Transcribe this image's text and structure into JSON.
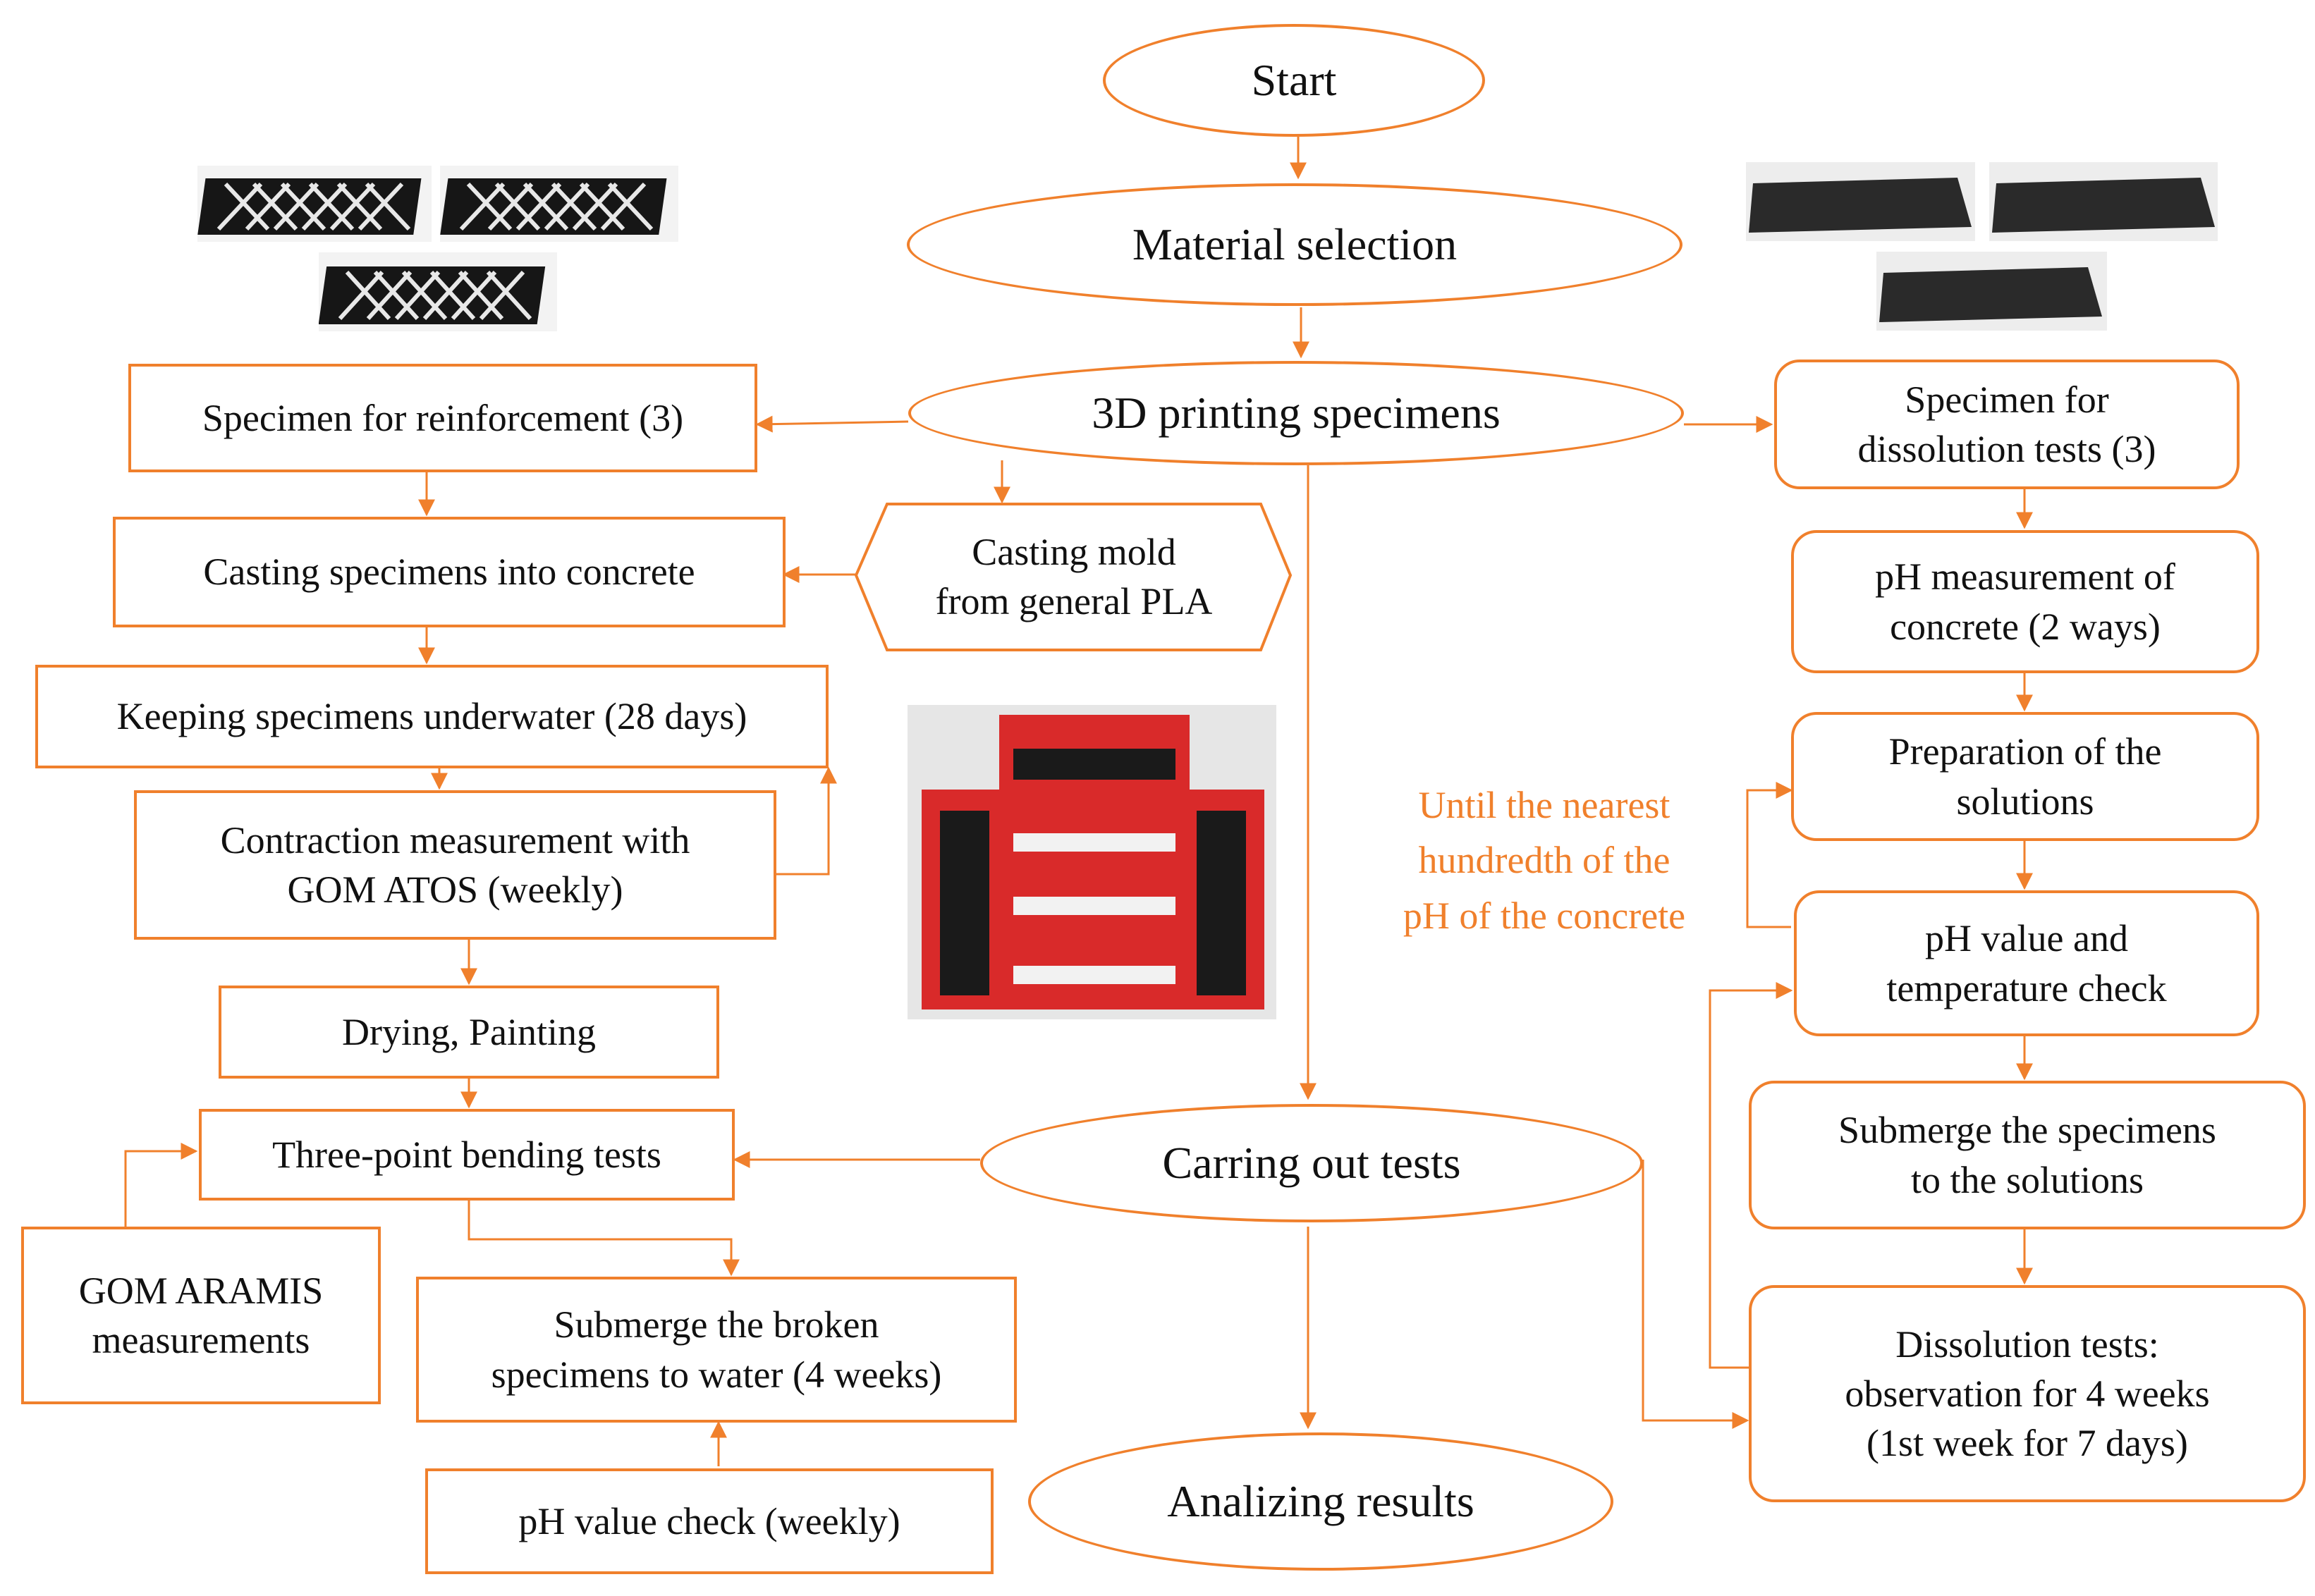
{
  "diagram": {
    "nodes": {
      "start": "Start",
      "material": "Material selection",
      "printing": "3D printing specimens",
      "reinforce": "Specimen for reinforcement (3)",
      "casting": "Casting specimens into concrete",
      "mold": "Casting mold\nfrom general PLA",
      "underwater": "Keeping specimens underwater (28 days)",
      "contraction": "Contraction measurement with\nGOM ATOS (weekly)",
      "drying": "Drying, Painting",
      "bending": "Three-point bending tests",
      "aramis": "GOM ARAMIS\nmeasurements",
      "submerge_broken": "Submerge the broken\nspecimens to water (4 weeks)",
      "ph_weekly": "pH value check (weekly)",
      "tests": "Carring out tests",
      "analyze": "Analizing results",
      "dissolution_specimen": "Specimen for\ndissolution tests (3)",
      "ph_concrete": "pH measurement of\nconcrete (2 ways)",
      "prep": "Preparation of the\nsolutions",
      "ph_temp": "pH value and\ntemperature check",
      "submerge_solutions": "Submerge the specimens\nto the solutions",
      "dissolution_tests": "Dissolution tests:\nobservation for 4 weeks\n(1st week for 7 days)"
    },
    "note": "Until the nearest\nhundredth of the\npH of the concrete",
    "colors": {
      "accent": "#F0802C",
      "text": "#111111",
      "mold_red": "#D92A2A",
      "specimen_black": "#1a1a1a"
    }
  }
}
